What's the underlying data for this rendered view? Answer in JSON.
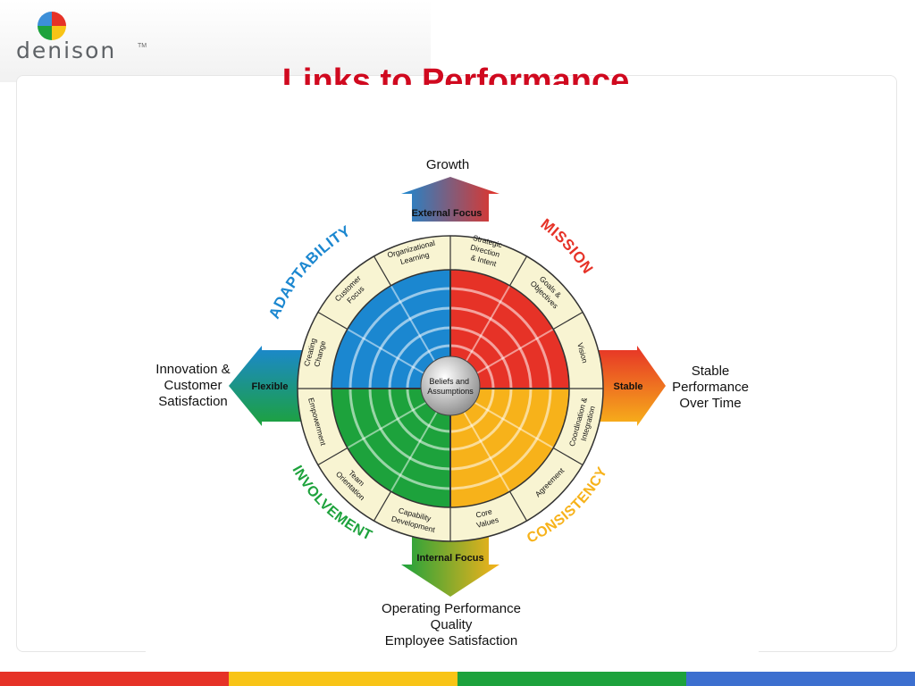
{
  "slide": {
    "title": "Links to Performance"
  },
  "logo": {
    "text": "denison",
    "tm": "TM"
  },
  "colors": {
    "title": "#d0091f",
    "adaptability": "#1b87d0",
    "mission": "#e63227",
    "involvement": "#1da23c",
    "consistency": "#f7b21a",
    "ring_band": "#f8f4d2",
    "bar": [
      "#e63227",
      "#f8c416",
      "#1da23c",
      "#3c6fcf"
    ]
  },
  "diagram": {
    "arrows": {
      "top_label": "External Focus",
      "bottom_label": "Internal Focus",
      "left_label": "Flexible",
      "right_label": "Stable"
    },
    "outcomes": {
      "top": "Growth",
      "left": [
        "Innovation &",
        "Customer",
        "Satisfaction"
      ],
      "right": [
        "Stable",
        "Performance",
        "Over Time"
      ],
      "bottom": [
        "Operating Performance",
        "Quality",
        "Employee Satisfaction"
      ]
    },
    "traits": {
      "adaptability": "ADAPTABILITY",
      "mission": "MISSION",
      "involvement": "INVOLVEMENT",
      "consistency": "CONSISTENCY"
    },
    "center": [
      "Beliefs and",
      "Assumptions"
    ],
    "indices": {
      "organizational_learning": [
        "Organizational",
        "Learning"
      ],
      "strategic_direction": [
        "Strategic",
        "Direction",
        "& Intent"
      ],
      "goals_objectives": [
        "Goals &",
        "Objectives"
      ],
      "vision": [
        "Vision"
      ],
      "coordination_integration": [
        "Coordination &",
        "Integration"
      ],
      "agreement": [
        "Agreement"
      ],
      "core_values": [
        "Core",
        "Values"
      ],
      "capability_development": [
        "Capability",
        "Development"
      ],
      "team_orientation": [
        "Team",
        "Orientation"
      ],
      "empowerment": [
        "Empowerment"
      ],
      "creating_change": [
        "Creating",
        "Change"
      ],
      "customer_focus": [
        "Customer",
        "Focus"
      ]
    }
  }
}
